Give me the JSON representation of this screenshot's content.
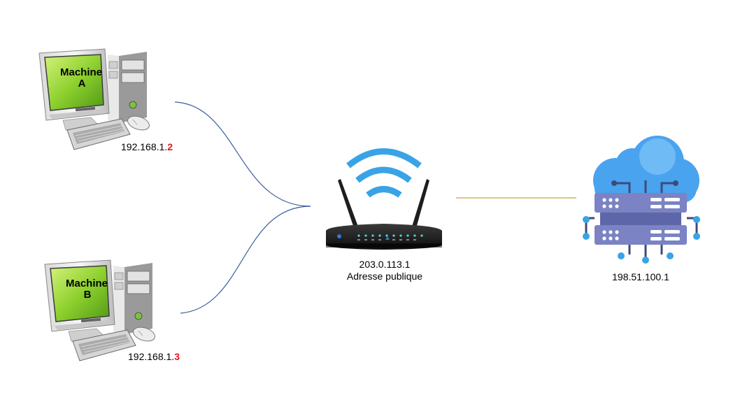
{
  "machine_a": {
    "screen_line1": "Machine",
    "screen_line2": "A",
    "ip_prefix": "192.168.1.",
    "ip_suffix": "2"
  },
  "machine_b": {
    "screen_line1": "Machine",
    "screen_line2": "B",
    "ip_prefix": "192.168.1.",
    "ip_suffix": "3"
  },
  "router": {
    "ip": "203.0.113.1",
    "label": "Adresse publique"
  },
  "server": {
    "ip": "198.51.100.1"
  },
  "colors": {
    "lan_link": "#3a5e9c",
    "wan_link": "#c9a23a",
    "suffix_highlight": "#e8141a",
    "wifi": "#3aa3e6",
    "server_body": "#7b83c4",
    "cloud": "#4aa3ee"
  },
  "icons": [
    "desktop-computer-icon",
    "wifi-router-icon",
    "cloud-server-icon"
  ]
}
